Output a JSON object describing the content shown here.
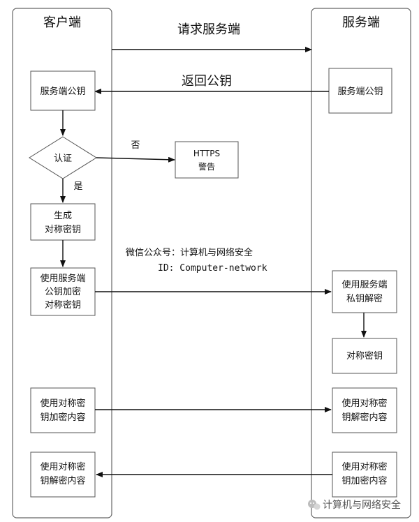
{
  "lanes": {
    "client": "客户端",
    "server": "服务端"
  },
  "messages": {
    "request": "请求服务端",
    "return_key": "返回公钥",
    "no": "否",
    "yes": "是"
  },
  "client_boxes": {
    "server_pubkey": "服务端公钥",
    "verify": "认证",
    "generate_l1": "生成",
    "generate_l2": "对称密钥",
    "encrypt_l1": "使用服务端",
    "encrypt_l2": "公钥加密",
    "encrypt_l3": "对称密钥",
    "sym_encrypt_l1": "使用对称密",
    "sym_encrypt_l2": "钥加密内容",
    "sym_decrypt_l1": "使用对称密",
    "sym_decrypt_l2": "钥解密内容"
  },
  "warning_box": {
    "l1": "HTTPS",
    "l2": "警告"
  },
  "server_boxes": {
    "server_pubkey": "服务端公钥",
    "decrypt_l1": "使用服务端",
    "decrypt_l2": "私钥解密",
    "sym_key": "对称密钥",
    "sym_decrypt_l1": "使用对称密",
    "sym_decrypt_l2": "钥解密内容",
    "sym_encrypt_l1": "使用对称密",
    "sym_encrypt_l2": "钥加密内容"
  },
  "watermark": {
    "line1": "微信公众号：计算机与网络安全",
    "line2": "ID: Computer-network",
    "footer": "计算机与网络安全",
    "footer_icon": "wechat-icon"
  }
}
